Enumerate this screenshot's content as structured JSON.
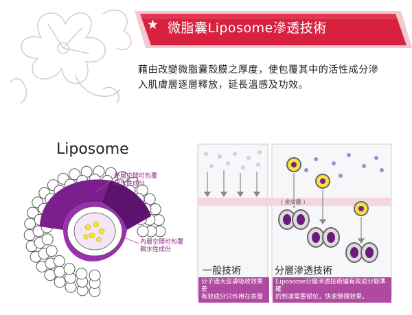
{
  "banner": {
    "star": "★",
    "title": "微脂囊Liposome滲透技術",
    "color": "#d8213f"
  },
  "intro": {
    "line1": "藉由改變微脂囊殼膜之厚度，使包覆其中的活性成分滲",
    "line2": "入肌膚層逐層釋放，延長溫感及功效。"
  },
  "liposome": {
    "title": "Liposome",
    "outer_label_1": "外層空間可包覆",
    "outer_label_2": "疏水性成分",
    "inner_label_1": "內層空間可包覆",
    "inner_label_2": "親水性成份",
    "accent_color": "#7a1f8c"
  },
  "panels": {
    "left_label": "一般技術",
    "left_caption_1": "分子過大皮膚吸收效果差",
    "left_caption_2": "有效成分只作用在表層",
    "skin_label": "( 皮膚層 )",
    "right_label": "分層滲透技術",
    "right_caption_1": "Liposome分層滲透技術讓有效成分能準確",
    "right_caption_2": "的到達需要部位，快速發揮效果。"
  }
}
